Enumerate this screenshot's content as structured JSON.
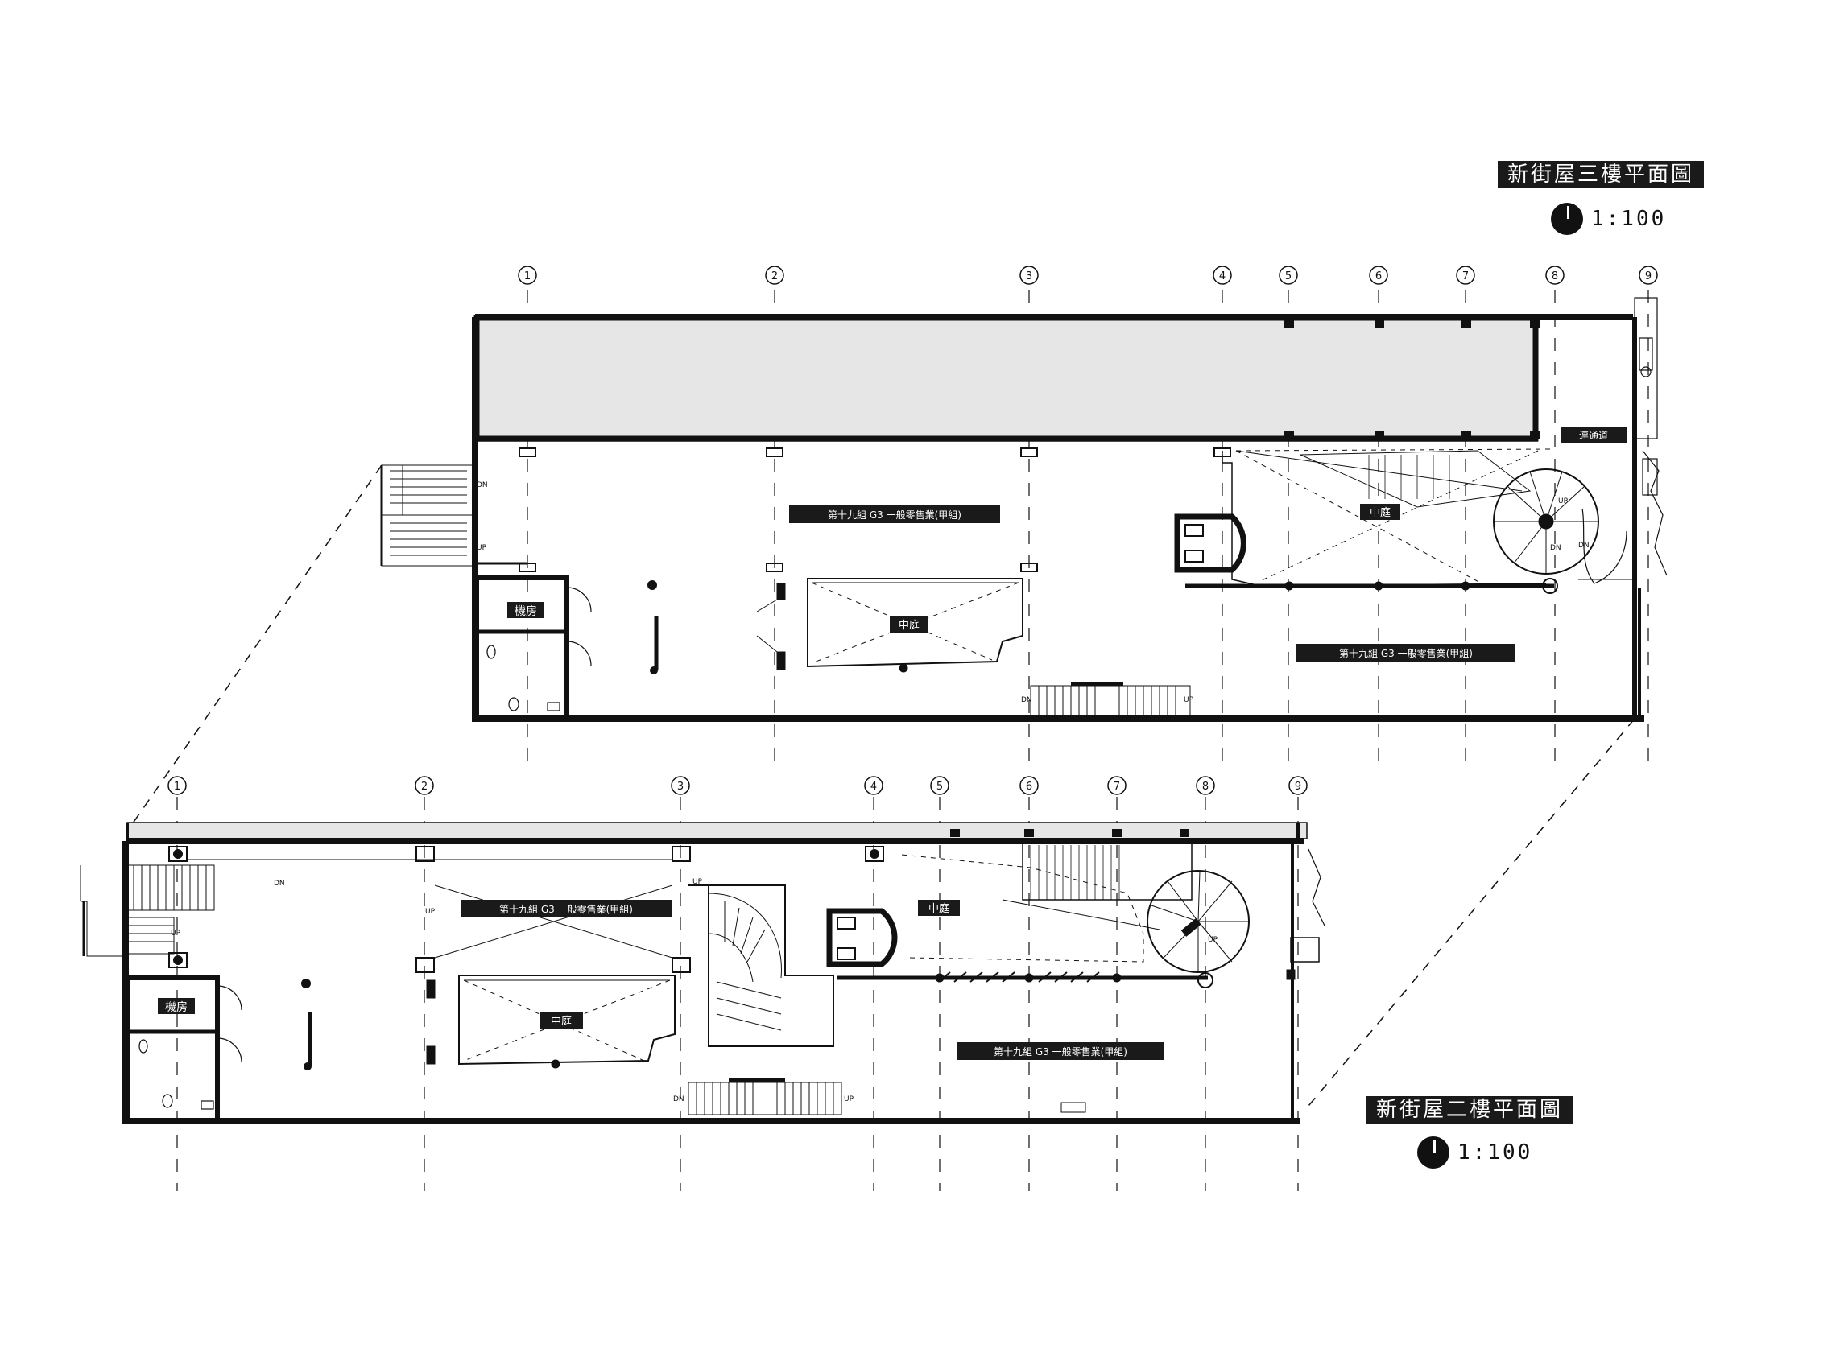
{
  "floor3": {
    "title": "新街屋三樓平面圖",
    "scale": "1:100",
    "gridlines": [
      "1",
      "2",
      "3",
      "4",
      "5",
      "6",
      "7",
      "8",
      "9"
    ],
    "labels": {
      "machine_room": "機房",
      "retail_upper": "第十九組 G3 一般零售業(甲組)",
      "retail_lower": "第十九組 G3 一般零售業(甲組)",
      "atrium_left": "中庭",
      "atrium_right": "中庭",
      "corridor": "連通道"
    },
    "stair_marks": {
      "up": "UP",
      "dn": "DN"
    }
  },
  "floor2": {
    "title": "新街屋二樓平面圖",
    "scale": "1:100",
    "gridlines": [
      "1",
      "2",
      "3",
      "4",
      "5",
      "6",
      "7",
      "8",
      "9"
    ],
    "labels": {
      "machine_room": "機房",
      "retail_upper": "第十九組 G3 一般零售業(甲組)",
      "retail_lower": "第十九組 G3 一般零售業(甲組)",
      "atrium_left": "中庭",
      "atrium_right": "中庭"
    },
    "stair_marks": {
      "up": "UP",
      "dn": "DN"
    }
  },
  "colors": {
    "ink": "#111111",
    "shade": "#e6e6e6",
    "tag": "#1a1a1a"
  }
}
